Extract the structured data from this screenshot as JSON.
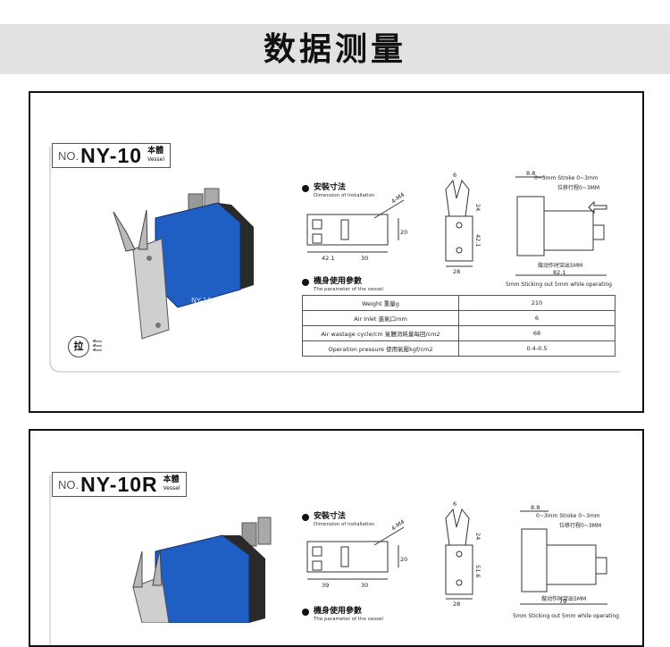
{
  "page_title": "数据测量",
  "cards": [
    {
      "model_prefix": "NO.",
      "model_name": "NY-10",
      "model_cn": "本體",
      "model_en": "Vessel",
      "product_label": "NY-10",
      "pull_label": "拉",
      "install_title_cn": "安裝寸法",
      "install_title_en": "Dimension of installation",
      "param_title_cn": "機身使用參數",
      "param_title_en": "The parameter of the vessel",
      "dims": {
        "thread": "4-M4",
        "w1": "42.1",
        "w2": "30",
        "h1": "20",
        "top": "6",
        "v1": "24",
        "v2": "42.1",
        "base": "28",
        "side_top": "8.8",
        "side_bottom": "82.1"
      },
      "stroke_text": "0~3mm Stroke 0~3mm",
      "stroke_cn": "位移行程0~3MM",
      "stick_cn": "做动作时突出5MM",
      "stick_en": "5mm Sticking out 5mm while operating",
      "params": [
        {
          "label": "Weight 重量g",
          "value": "210"
        },
        {
          "label": "Air Inlet 進氣口mm",
          "value": "6"
        },
        {
          "label": "Air wastage cycle/cm 氣體消耗量每回/cm2",
          "value": "68"
        },
        {
          "label": "Operation pressure 使用氣壓kgf/cm2",
          "value": "0.4-0.5"
        }
      ]
    },
    {
      "model_prefix": "NO.",
      "model_name": "NY-10R",
      "model_cn": "本體",
      "model_en": "Vessel",
      "install_title_cn": "安裝寸法",
      "install_title_en": "Dimension of installation",
      "param_title_cn": "機身使用參數",
      "param_title_en": "The parameter of the vessel",
      "dims": {
        "thread": "4-M4",
        "w1": "39",
        "w2": "30",
        "h1": "20",
        "top": "6",
        "v1": "24",
        "v2": "51.6",
        "base": "28",
        "side_top": "8.8",
        "side_bottom": "79"
      },
      "stroke_text": "0~3mm Stroke 0~3mm",
      "stroke_cn": "位移行程0~3MM",
      "stick_cn": "做动作时突出5MM",
      "stick_en": "5mm Sticking out 5mm while operating"
    }
  ],
  "colors": {
    "banner": "#e2e2e2",
    "body_blue": "#1f5fc4",
    "border": "#111111"
  }
}
